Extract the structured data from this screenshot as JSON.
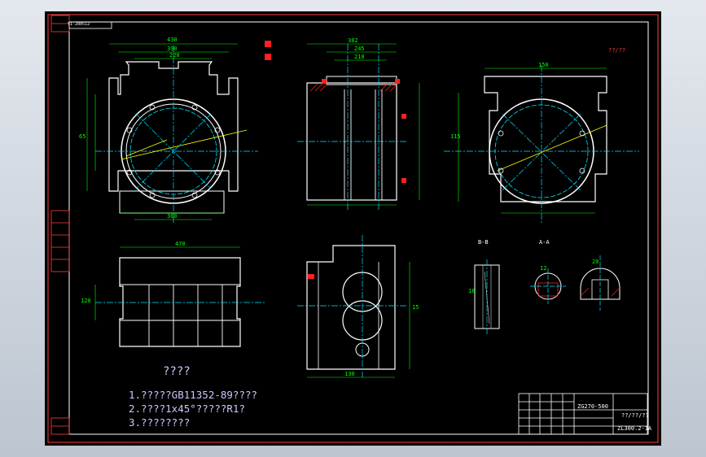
{
  "sheet": {
    "code_stamp": "YI-280512",
    "notes": {
      "heading": "????",
      "items": [
        "1.?????GB11352-89????",
        "2.????1x45°?????R1?",
        "3.????????"
      ]
    },
    "section_labels": [
      "B-B",
      "A-A"
    ],
    "scale_note": "??/??",
    "title_block": {
      "material": "ZG270-500",
      "company": "??/??/??",
      "drawing_number": "ZL300.2-1A"
    },
    "dimensions": [
      "430",
      "390",
      "150",
      "220",
      "65",
      "115",
      "300",
      "382",
      "245",
      "210",
      "470",
      "130",
      "15",
      "18",
      "20",
      "12",
      "120"
    ]
  },
  "colors": {
    "background": "#000000",
    "outline": "#ffffff",
    "center_line": "#00e5ff",
    "dimension": "#00ff00",
    "note": "#c9c9ff",
    "annotation": "#ff2020",
    "hatch": "#ff2020",
    "construction": "#ffff00"
  }
}
